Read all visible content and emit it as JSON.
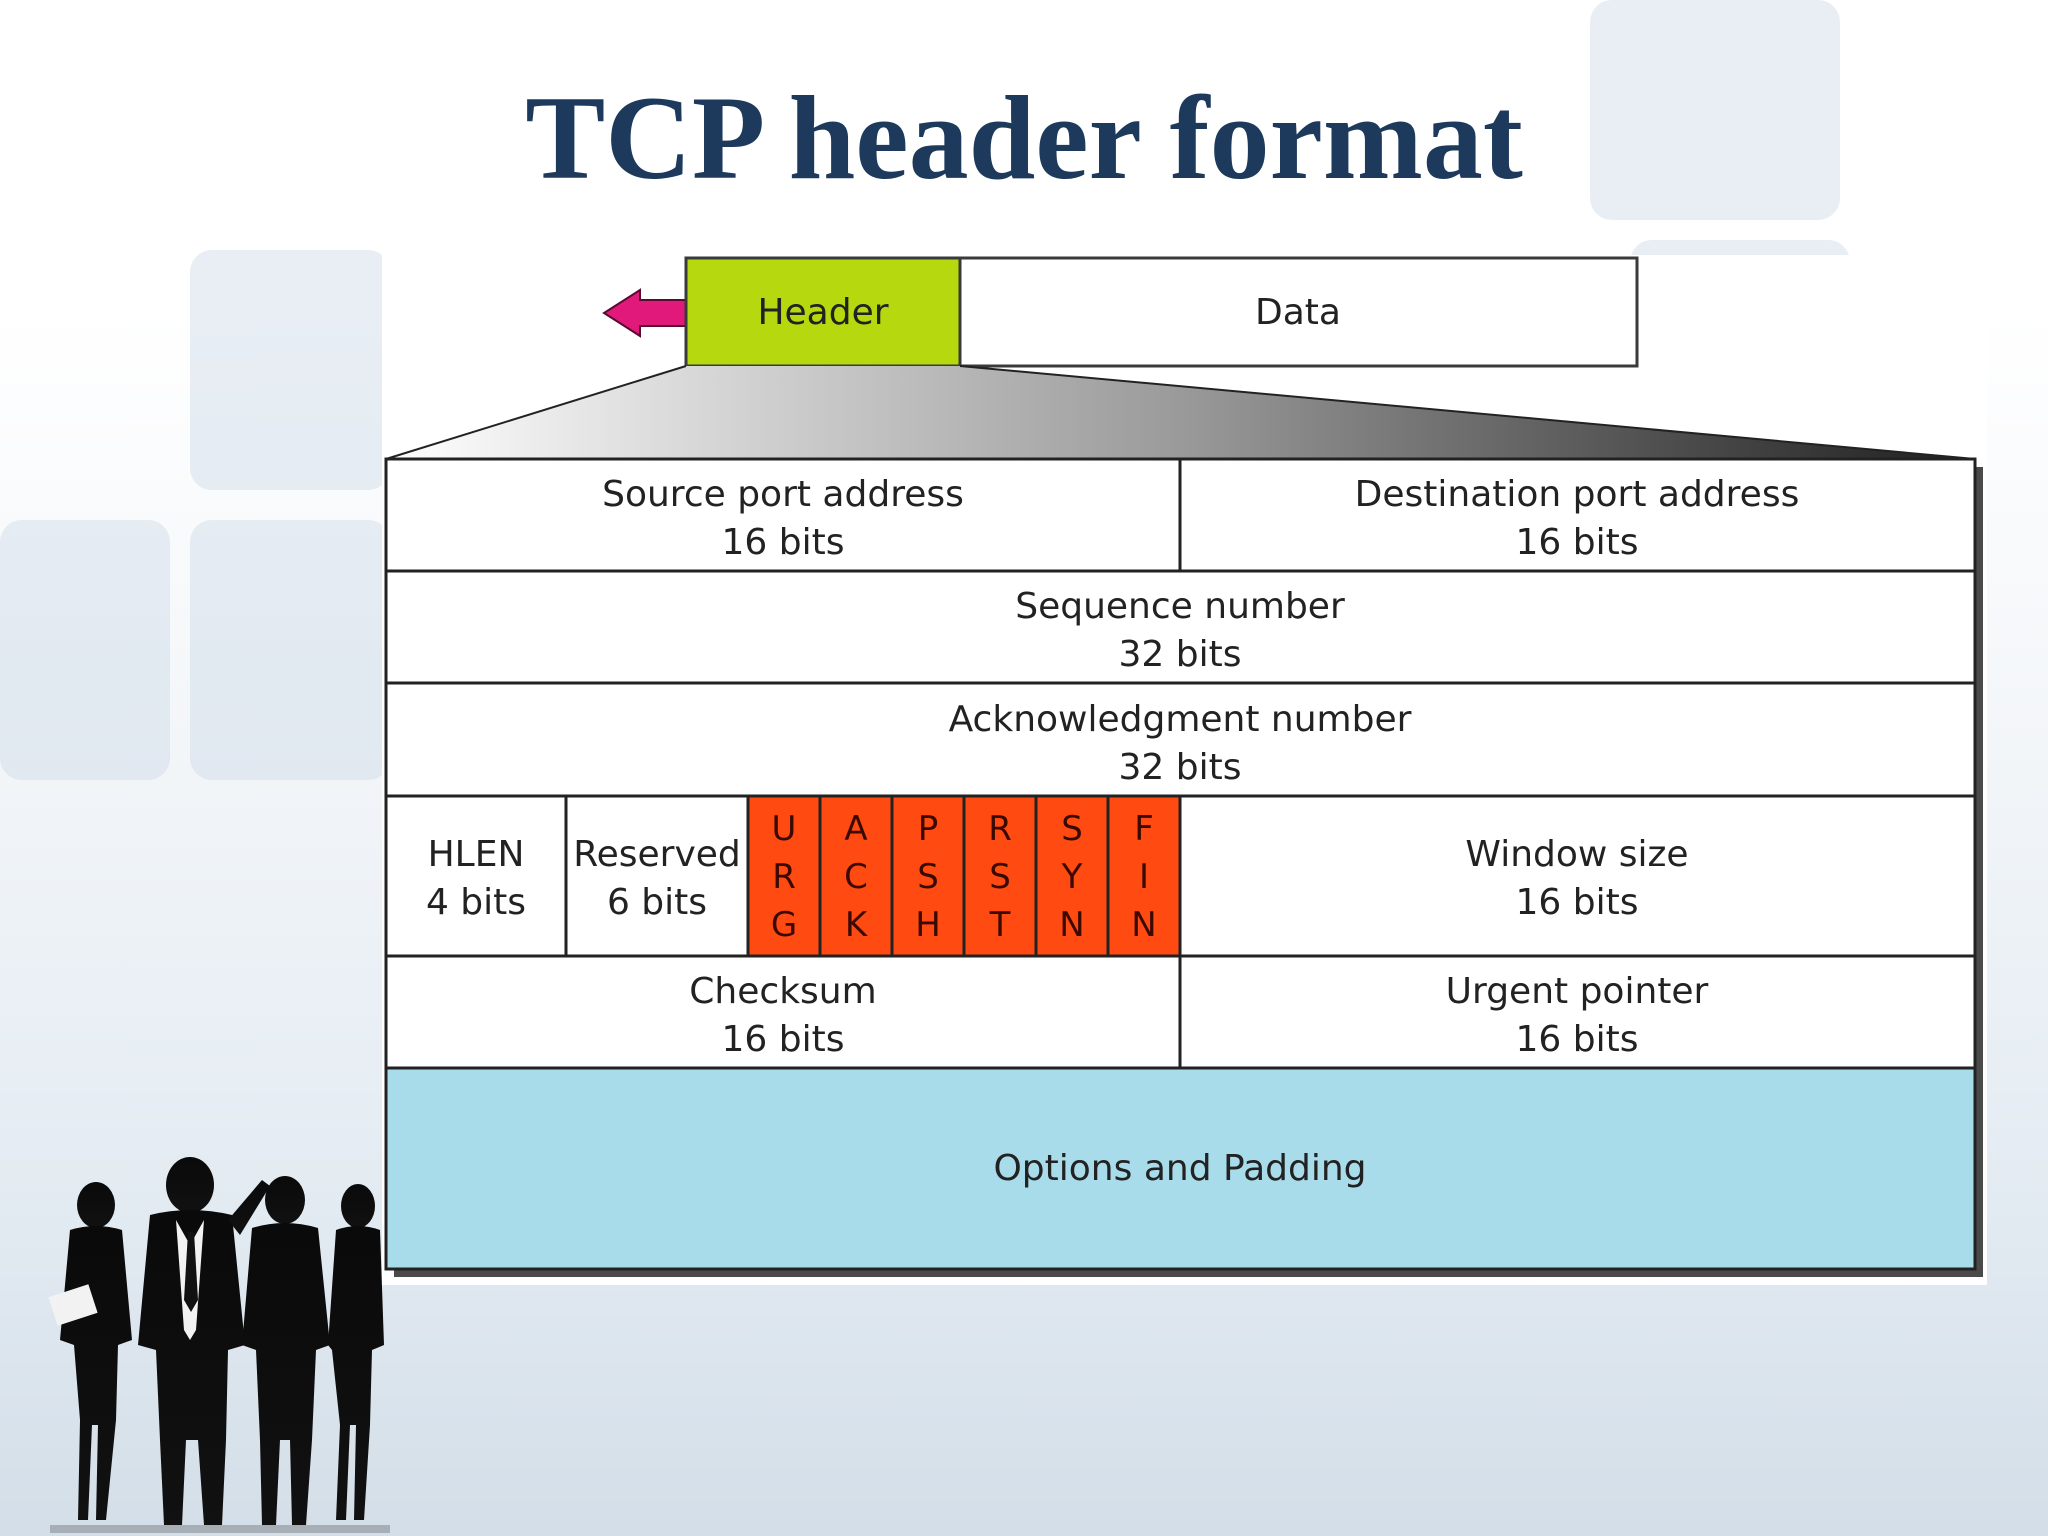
{
  "title": "TCP header format",
  "segment": {
    "header_label": "Header",
    "data_label": "Data"
  },
  "fields": {
    "source_port": {
      "name": "Source port address",
      "size": "16 bits"
    },
    "destination_port": {
      "name": "Destination port address",
      "size": "16 bits"
    },
    "sequence_number": {
      "name": "Sequence number",
      "size": "32 bits"
    },
    "acknowledgment_number": {
      "name": "Acknowledgment number",
      "size": "32 bits"
    },
    "hlen": {
      "name": "HLEN",
      "size": "4 bits"
    },
    "reserved": {
      "name": "Reserved",
      "size": "6 bits"
    },
    "window_size": {
      "name": "Window size",
      "size": "16 bits"
    },
    "checksum": {
      "name": "Checksum",
      "size": "16 bits"
    },
    "urgent_pointer": {
      "name": "Urgent pointer",
      "size": "16 bits"
    },
    "options": {
      "name": "Options and Padding"
    }
  },
  "flags": [
    {
      "l1": "U",
      "l2": "R",
      "l3": "G"
    },
    {
      "l1": "A",
      "l2": "C",
      "l3": "K"
    },
    {
      "l1": "P",
      "l2": "S",
      "l3": "H"
    },
    {
      "l1": "R",
      "l2": "S",
      "l3": "T"
    },
    {
      "l1": "S",
      "l2": "Y",
      "l3": "N"
    },
    {
      "l1": "F",
      "l2": "I",
      "l3": "N"
    }
  ],
  "colors": {
    "title": "#1d3a5c",
    "header_block": "#b5d80f",
    "arrow": "#e0197a",
    "flags": "#ff4a12",
    "options": "#a9dcea"
  }
}
